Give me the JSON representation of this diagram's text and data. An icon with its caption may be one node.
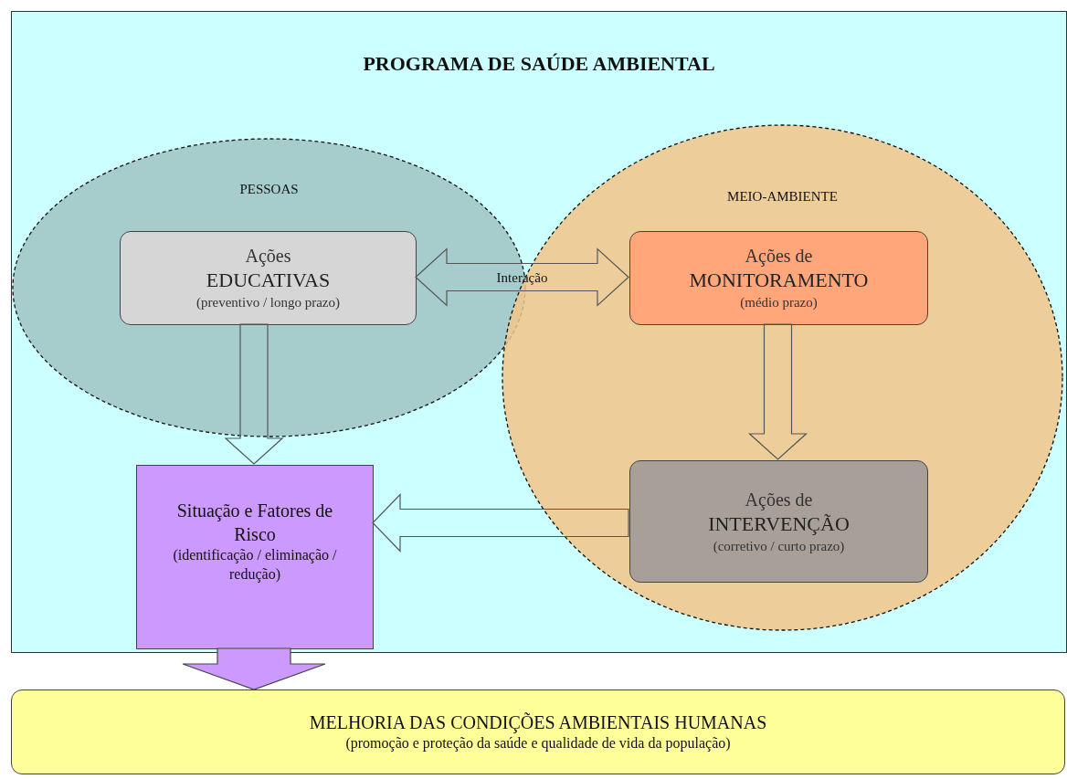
{
  "diagram": {
    "nodes": [
      {
        "text": [
          "PROGRAMA DE SAÚDE AMBIENTAL"
        ]
      },
      {
        "text": [
          "PESSOAS"
        ],
        "in": 0
      },
      {
        "text": [
          "MEIO-AMBIENTE"
        ],
        "in": 0
      },
      {
        "text": [
          "Ações",
          "EDUCATIVAS",
          "(preventivo / longo prazo)"
        ],
        "in": 1
      },
      {
        "text": [
          "Ações de",
          "MONITORAMENTO",
          "(médio prazo)"
        ],
        "in": 2
      },
      {
        "text": [
          "Ações de",
          "INTERVENÇÃO",
          "(corretivo / curto prazo)"
        ],
        "in": 2
      },
      {
        "text": [
          "Situação e Fatores de Risco",
          "(identificação / eliminação / redução)"
        ],
        "in": 0
      },
      {
        "text": [
          "MELHORIA DAS CONDIÇÕES AMBIENTAIS HUMANAS",
          "(promoção e proteção da saúde e qualidade de vida da população)"
        ]
      }
    ],
    "edges": [
      {
        "from": 3,
        "to": 4,
        "arrow": "both",
        "label": "Interação"
      },
      {
        "from": 3,
        "to": 6,
        "arrow": "to"
      },
      {
        "from": 4,
        "to": 5,
        "arrow": "to"
      },
      {
        "from": 5,
        "to": 6,
        "arrow": "to"
      },
      {
        "from": 6,
        "to": 7,
        "arrow": "to",
        "color": "#cc99ff"
      }
    ]
  }
}
